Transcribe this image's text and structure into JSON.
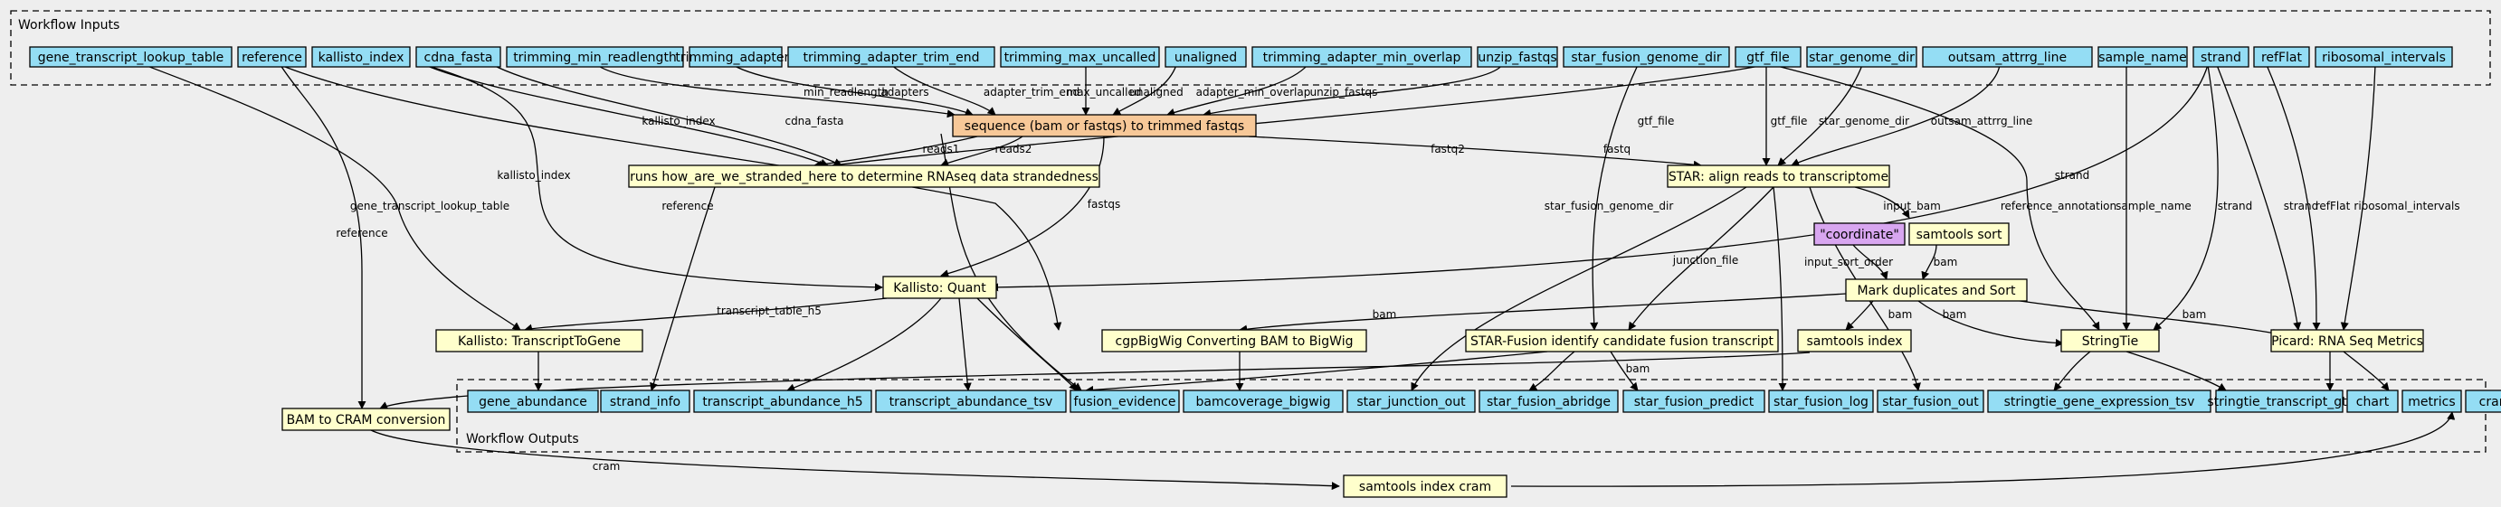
{
  "clusters": {
    "inputs_label": "Workflow Inputs",
    "outputs_label": "Workflow Outputs"
  },
  "inputs": [
    "gene_transcript_lookup_table",
    "reference",
    "kallisto_index",
    "cdna_fasta",
    "trimming_min_readlength",
    "trimming_adapters",
    "trimming_adapter_trim_end",
    "trimming_max_uncalled",
    "unaligned",
    "trimming_adapter_min_overlap",
    "unzip_fastqs",
    "star_fusion_genome_dir",
    "gtf_file",
    "star_genome_dir",
    "outsam_attrrg_line",
    "sample_name",
    "strand",
    "refFlat",
    "ribosomal_intervals"
  ],
  "steps": {
    "sequence": "sequence (bam or fastqs) to trimmed fastqs",
    "stranded": "runs how_are_we_stranded_here to determine RNAseq data strandedness",
    "star": "STAR: align reads to transcriptome",
    "coordinate": "\"coordinate\"",
    "samtools_sort": "samtools sort",
    "kallisto_quant": "Kallisto: Quant",
    "markdup": "Mark duplicates and Sort",
    "tx2gene": "Kallisto: TranscriptToGene",
    "bigwig": "cgpBigWig Converting BAM to BigWig",
    "star_fusion": "STAR-Fusion identify candidate fusion transcript",
    "samtools_index": "samtools index",
    "stringtie": "StringTie",
    "picard": "Picard: RNA Seq Metrics",
    "cram": "BAM to CRAM conversion",
    "index_cram": "samtools index cram"
  },
  "outputs": [
    "gene_abundance",
    "strand_info",
    "transcript_abundance_h5",
    "transcript_abundance_tsv",
    "fusion_evidence",
    "bamcoverage_bigwig",
    "star_junction_out",
    "star_fusion_abridge",
    "star_fusion_predict",
    "star_fusion_log",
    "star_fusion_out",
    "stringtie_gene_expression_tsv",
    "stringtie_transcript_gtf",
    "chart",
    "metrics",
    "cram"
  ],
  "edge_labels": {
    "min_readlength": "min_readlength",
    "adapters": "adapters",
    "adapter_trim_end": "adapter_trim_end",
    "max_uncalled": "max_uncalled",
    "unaligned": "unaligned",
    "adapter_min_overlap": "adapter_min_overlap",
    "unzip_fastqs": "unzip_fastqs",
    "kallisto_index_a": "kallisto_index",
    "cdna_fasta": "cdna_fasta",
    "kallisto_index_b": "kallisto_index",
    "reference_a": "reference",
    "reference_b": "reference",
    "gene_transcript_lookup_table": "gene_transcript_lookup_table",
    "reads1": "reads1",
    "reads2": "reads2",
    "fastq2": "fastq2",
    "fastqs": "fastqs",
    "gtf_file_a": "gtf_file",
    "gtf_file_b": "gtf_file",
    "star_genome_dir": "star_genome_dir",
    "outsam_attrrg_line": "outsam_attrrg_line",
    "fastq": "fastq",
    "star_fusion_genome_dir": "star_fusion_genome_dir",
    "reference_annotation": "reference_annotation",
    "sample_name": "sample_name",
    "strand_a": "strand",
    "strand_b": "strand",
    "strand_c": "strand",
    "refFlat": "refFlat",
    "ribosomal_intervals": "ribosomal_intervals",
    "input_bam": "input_bam",
    "junction_file": "junction_file",
    "input_sort_order": "input_sort_order",
    "bam_a": "bam",
    "bam_b": "bam",
    "bam_c": "bam",
    "bam_d": "bam",
    "bam_e": "bam",
    "bam_f": "bam",
    "transcript_table_h5": "transcript_table_h5",
    "cram": "cram"
  }
}
